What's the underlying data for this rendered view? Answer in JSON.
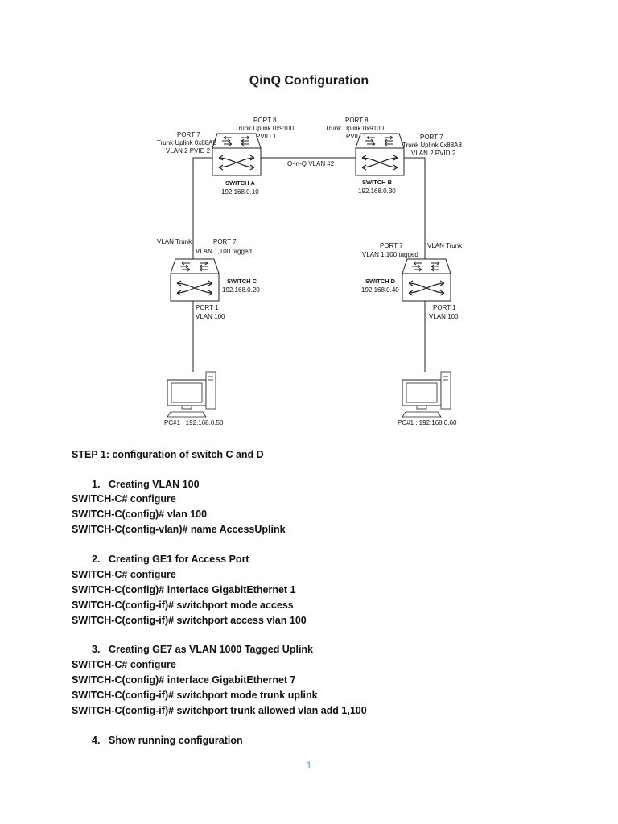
{
  "title": "QinQ Configuration",
  "diagram": {
    "switch_a": {
      "name": "SWITCH A",
      "ip": "192.168.0.10"
    },
    "switch_b": {
      "name": "SWITCH B",
      "ip": "192.168.0.30"
    },
    "switch_c": {
      "name": "SWITCH C",
      "ip": "192.168.0.20"
    },
    "switch_d": {
      "name": "SWITCH D",
      "ip": "192.168.0.40"
    },
    "a_port8": [
      "PORT 8",
      "Trunk Uplink 0x9100",
      "PVID 1"
    ],
    "a_port7": [
      "PORT 7",
      "Trunk Uplink 0x88A8",
      "VLAN 2 PVID 2"
    ],
    "b_port8": [
      "PORT 8",
      "Trunk Uplink 0x9100",
      "PVID 1"
    ],
    "b_port7": [
      "PORT 7",
      "Trunk Uplink 0x88A8",
      "VLAN 2 PVID 2"
    ],
    "qinq_link": "Q-in-Q VLAN #2",
    "c_vlan_trunk": "VLAN Trunk",
    "c_port7": [
      "PORT 7",
      "VLAN 1,100 tagged"
    ],
    "d_vlan_trunk": "VLAN Trunk",
    "d_port7": [
      "PORT 7",
      "VLAN 1,100 tagged"
    ],
    "c_port1": [
      "PORT 1",
      "VLAN 100"
    ],
    "d_port1": [
      "PORT 1",
      "VLAN 100"
    ],
    "pc_left": "PC#1 : 192.168.0.50",
    "pc_right": "PC#1 : 192.168.0.60"
  },
  "step_heading": "STEP 1: configuration of switch C and D",
  "steps": [
    {
      "num": "1.",
      "label": "Creating VLAN 100",
      "lines": [
        "SWITCH-C# configure",
        "SWITCH-C(config)# vlan 100",
        "SWITCH-C(config-vlan)# name AccessUplink"
      ]
    },
    {
      "num": "2.",
      "label": "Creating GE1 for Access Port",
      "lines": [
        "SWITCH-C# configure",
        "SWITCH-C(config)# interface GigabitEthernet 1",
        "SWITCH-C(config-if)# switchport mode access",
        "SWITCH-C(config-if)# switchport access vlan 100"
      ]
    },
    {
      "num": "3.",
      "label": "Creating GE7 as VLAN 1000 Tagged Uplink",
      "lines": [
        "SWITCH-C# configure",
        "SWITCH-C(config)# interface GigabitEthernet 7",
        "SWITCH-C(config-if)# switchport mode trunk uplink",
        "SWITCH-C(config-if)# switchport trunk allowed vlan add 1,100"
      ]
    },
    {
      "num": "4.",
      "label": "Show running configuration",
      "lines": []
    }
  ],
  "page_number": "1",
  "colors": {
    "page_number": "#4a90c8"
  }
}
